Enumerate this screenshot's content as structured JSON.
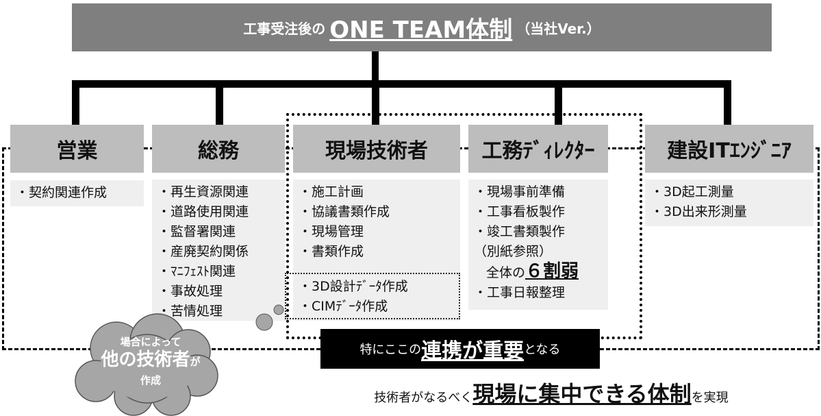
{
  "title": {
    "prefix": "工事受注後の",
    "main": "ONE TEAM体制",
    "suffix": "（当社Ver.）"
  },
  "departments": [
    {
      "name": "営業",
      "items": [
        "・契約関連作成"
      ]
    },
    {
      "name": "総務",
      "items": [
        "・再生資源関連",
        "・道路使用関連",
        "・監督署関連",
        "・産廃契約関係",
        "・ﾏﾆﾌｪｽﾄ関連",
        "・事故処理",
        "・苦情処理"
      ]
    },
    {
      "name": "現場技術者",
      "items": [
        "・施工計画",
        "・協議書類作成",
        "・現場管理",
        "・書類作成"
      ],
      "sub_items": [
        "・3D設計ﾃﾞｰﾀ作成",
        "・CIMﾃﾞｰﾀ作成"
      ]
    },
    {
      "name": "工務ﾃﾞｨﾚｸﾀｰ",
      "items": [
        "・現場事前準備",
        "・工事看板製作",
        "・竣工書類製作",
        "（別紙参照）"
      ],
      "note_prefix": "全体の",
      "note_emphasis": "６割弱",
      "items_after": [
        "・工事日報整理"
      ]
    },
    {
      "name": "建設ITｴﾝｼﾞﾆｱ",
      "items": [
        "・3D起工測量",
        "・3D出来形測量"
      ]
    }
  ],
  "cloud": {
    "line1": "場合によって",
    "line2": "他の技術者",
    "line2_suffix": "が",
    "line3": "作成"
  },
  "callout": {
    "prefix": "特にここの",
    "emphasis": "連携が重要",
    "suffix": "となる"
  },
  "footer": {
    "prefix": "技術者がなるべく",
    "emphasis": "現場に集中できる体制",
    "suffix": "を実現"
  }
}
